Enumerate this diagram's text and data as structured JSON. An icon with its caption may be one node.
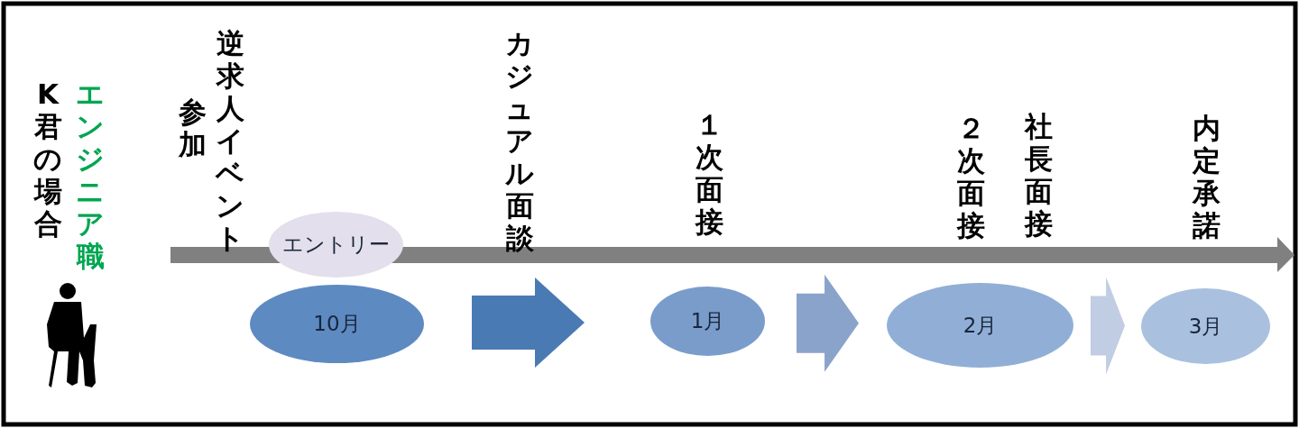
{
  "diagram": {
    "nodes": [
      {
        "text": [
          "エントリー"
        ]
      },
      {
        "text": [
          "10月"
        ]
      },
      {
        "text": [
          "1月"
        ]
      },
      {
        "text": [
          "2月"
        ]
      },
      {
        "text": [
          "3月"
        ]
      }
    ],
    "edges": [
      {
        "from": 1,
        "to": 2,
        "arrow": "to",
        "color": "#4a7ab4"
      },
      {
        "from": 2,
        "to": 3,
        "arrow": "to",
        "color": "#8aa3cb"
      },
      {
        "from": 3,
        "to": 4,
        "arrow": "to",
        "color": "#c0cde2"
      }
    ],
    "labels": [
      "K君の場合",
      "エンジニア職",
      "逆求人イベント",
      "参加",
      "カジュアル面談",
      "１次面接",
      "２次面接",
      "社長面接",
      "内定承諾"
    ]
  }
}
